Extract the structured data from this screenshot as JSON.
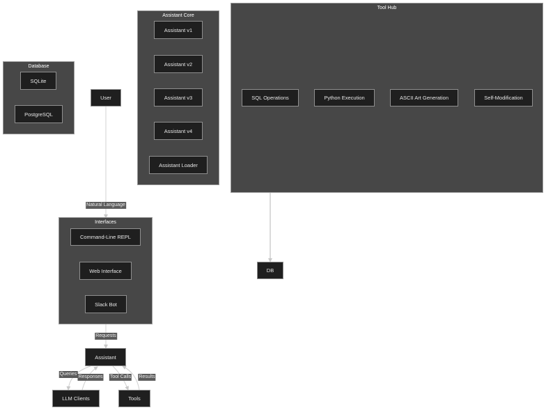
{
  "clusters": {
    "database": "Database",
    "assistant_core": "Assistant Core",
    "tool_hub": "Tool Hub",
    "interfaces": "Interfaces"
  },
  "nodes": {
    "sqlite": "SQLite",
    "postgresql": "PostgreSQL",
    "user": "User",
    "assistant_v1": "Assistant v1",
    "assistant_v2": "Assistant v2",
    "assistant_v3": "Assistant v3",
    "assistant_v4": "Assistant v4",
    "assistant_loader": "Assistant Loader",
    "sql_operations": "SQL Operations",
    "python_execution": "Python Execution",
    "ascii_art_generation": "ASCII Art Generation",
    "self_modification": "Self-Modification",
    "db": "DB",
    "command_line_repl": "Command-Line REPL",
    "web_interface": "Web Interface",
    "slack_bot": "Slack Bot",
    "assistant": "Assistant",
    "llm_clients": "LLM Clients",
    "tools": "Tools"
  },
  "edge_labels": {
    "natural_language": "Natural Language",
    "requests": "Requests",
    "queries": "Queries",
    "responses": "Responses",
    "tool_calls": "Tool Calls",
    "results": "Results"
  }
}
